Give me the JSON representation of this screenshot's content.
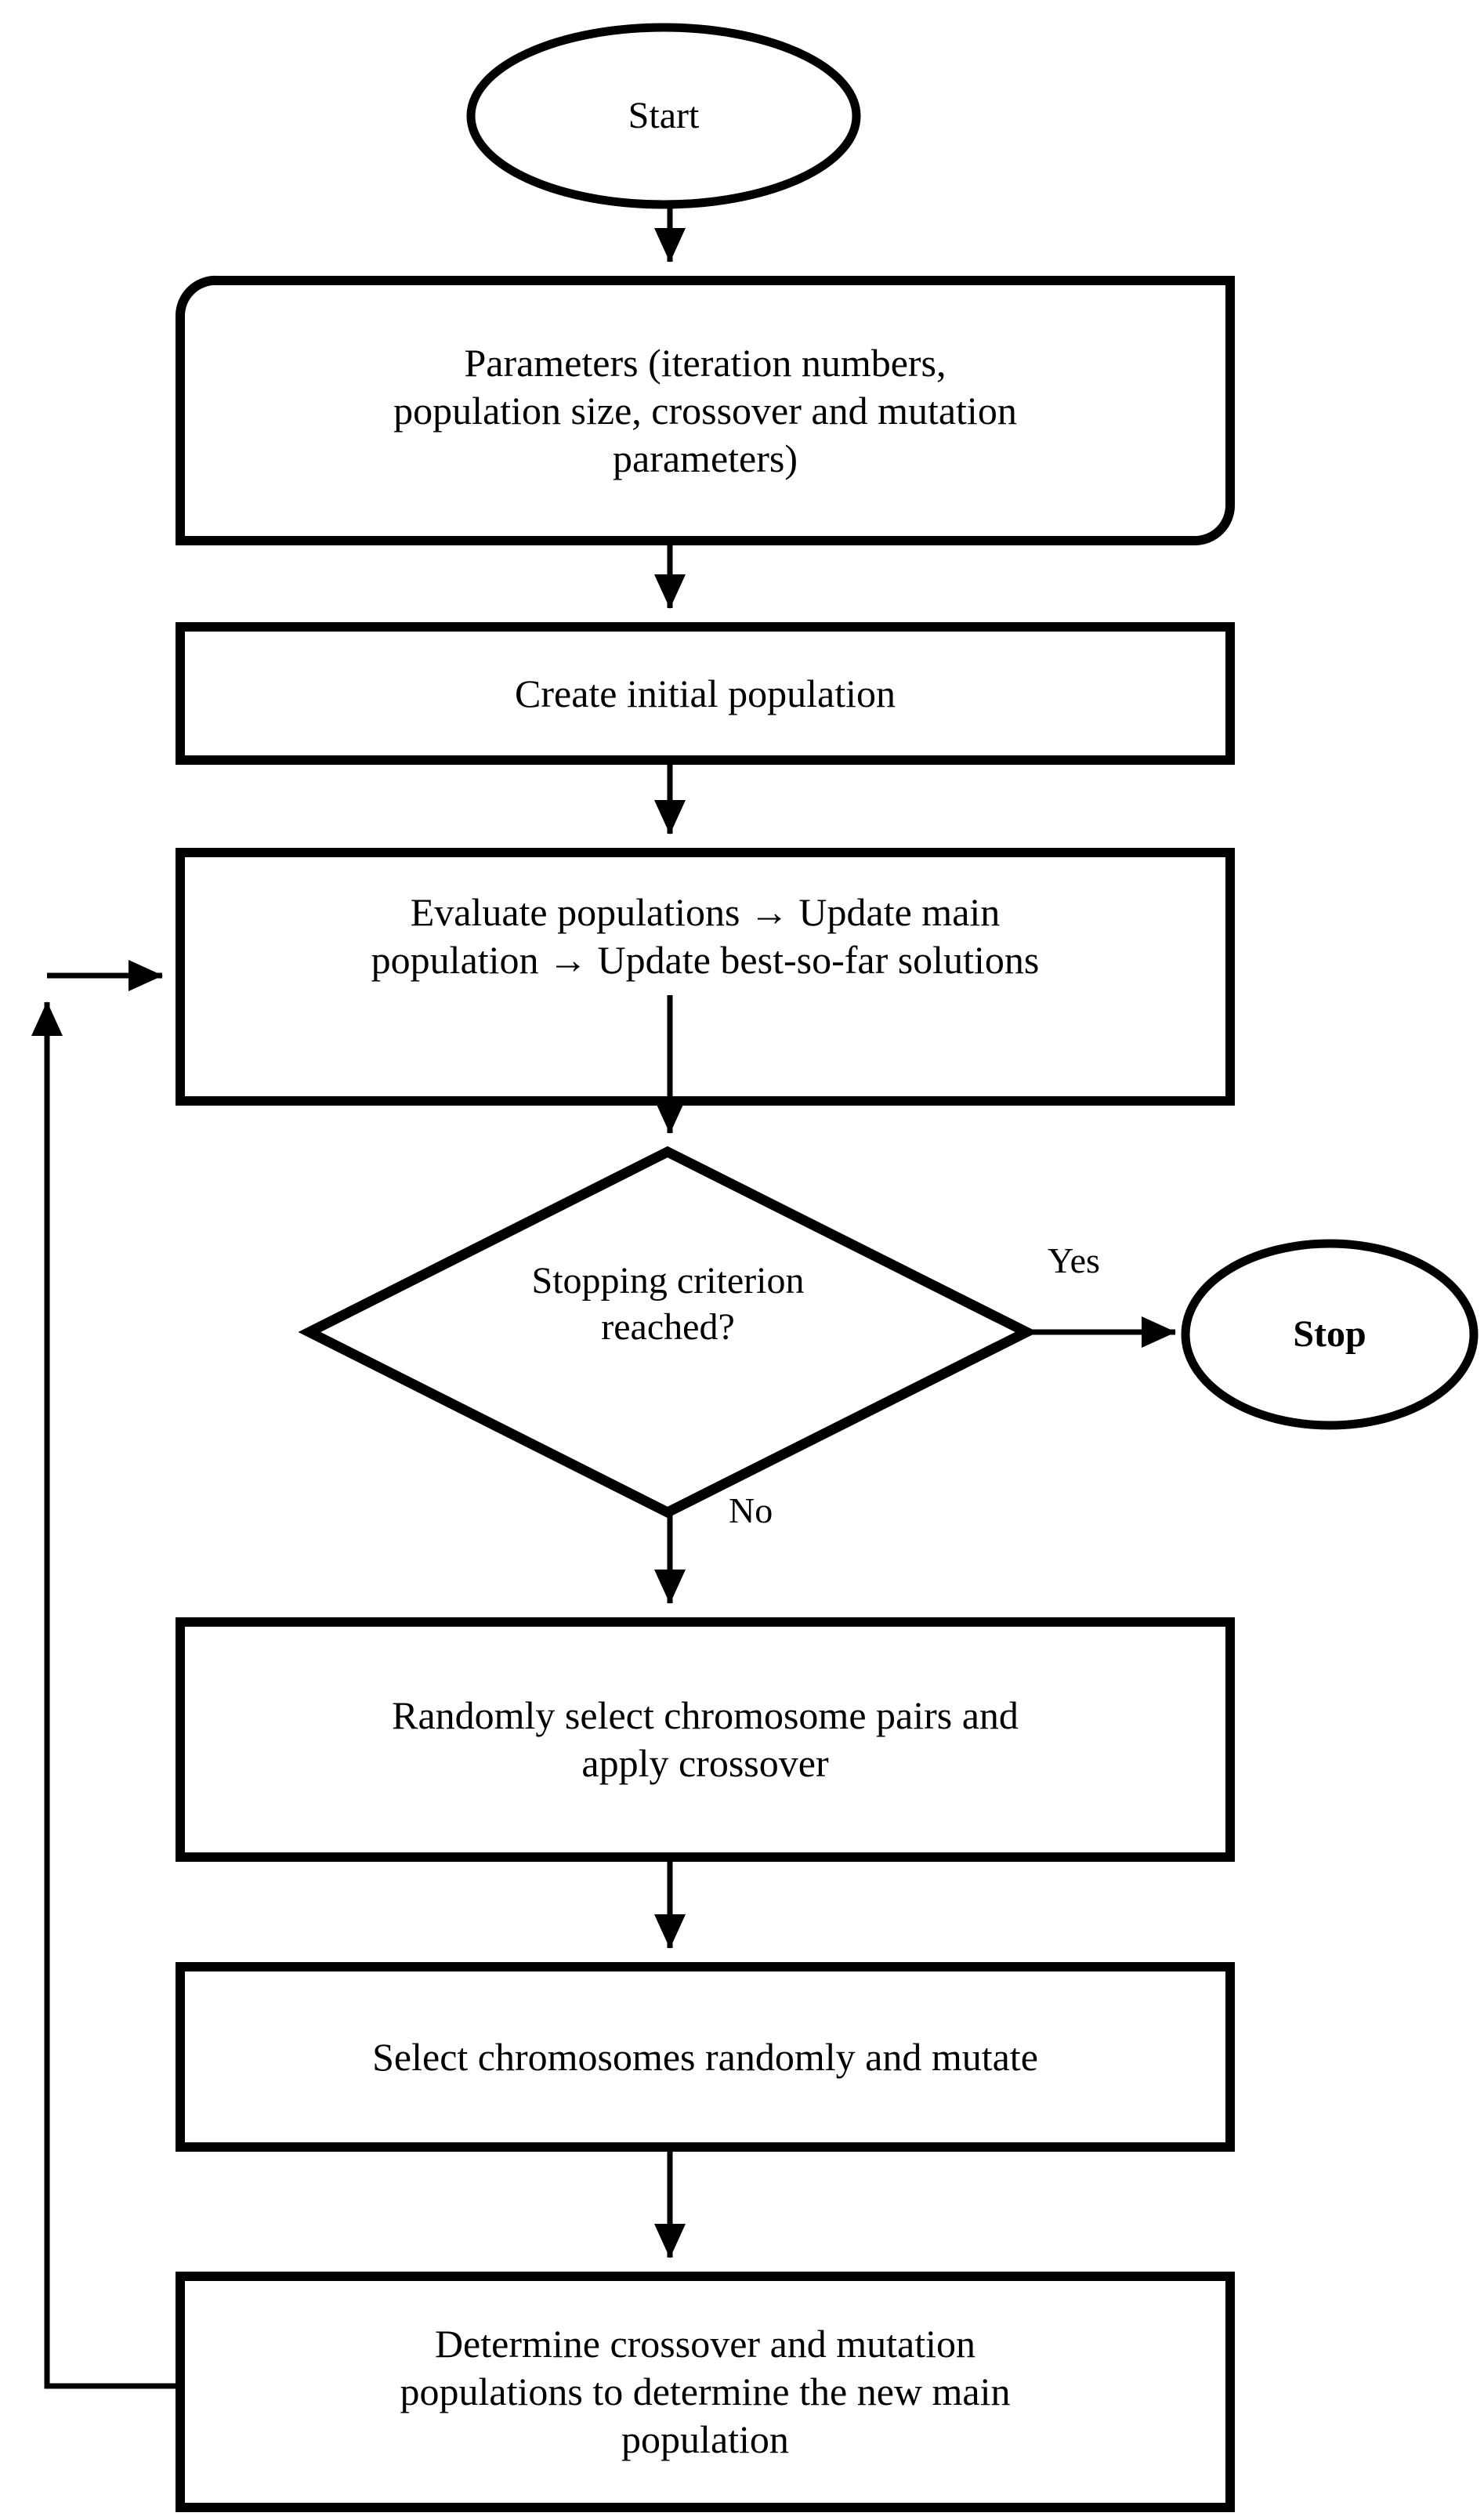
{
  "diagram": {
    "title": "Genetic Algorithm Flowchart",
    "colors": {
      "stroke": "#000000",
      "fill": "#ffffff",
      "text": "#000000"
    },
    "nodes": {
      "start": {
        "label": "Start",
        "shape": "ellipse"
      },
      "parameters": {
        "label": "Parameters (iteration numbers,\npopulation size, crossover and mutation\nparameters)",
        "shape": "rounded-diagonal-rectangle"
      },
      "create_population": {
        "label": "Create initial population",
        "shape": "rectangle"
      },
      "evaluate": {
        "label": "Evaluate populations → Update main\npopulation → Update best-so-far solutions",
        "shape": "rectangle"
      },
      "decision": {
        "label": "Stopping criterion\nreached?",
        "shape": "diamond"
      },
      "stop": {
        "label": "Stop",
        "shape": "ellipse"
      },
      "crossover": {
        "label": "Randomly select chromosome pairs and\napply crossover",
        "shape": "rectangle"
      },
      "mutate": {
        "label": "Select chromosomes randomly and mutate",
        "shape": "rectangle"
      },
      "determine": {
        "label": "Determine crossover and mutation\npopulations to determine the new main\npopulation",
        "shape": "rectangle"
      }
    },
    "edge_labels": {
      "yes": "Yes",
      "no": "No"
    }
  }
}
